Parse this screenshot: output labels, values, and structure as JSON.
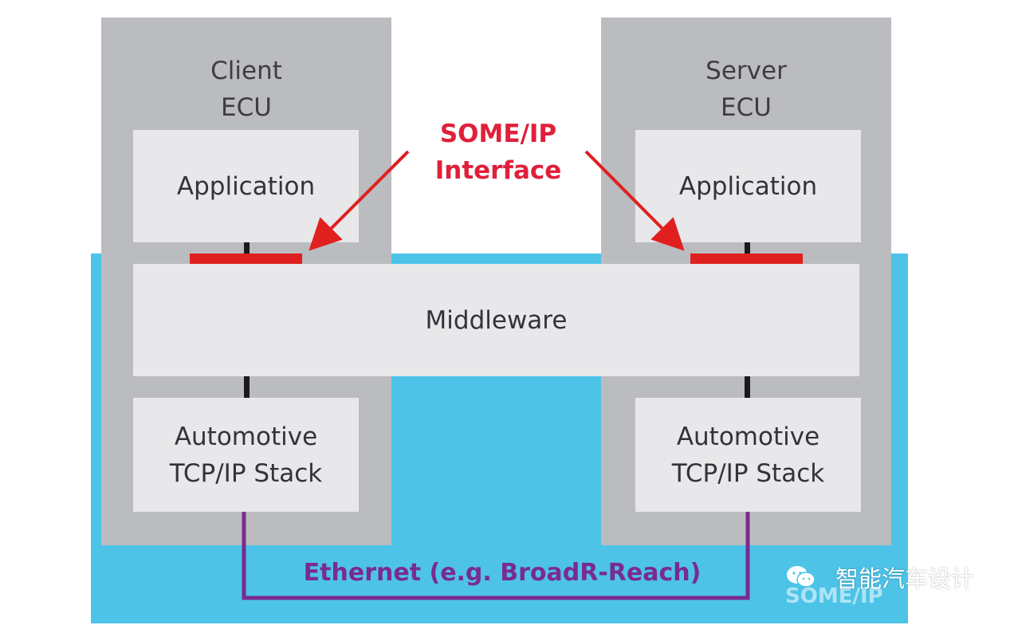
{
  "client_ecu": {
    "title": "Client\nECU",
    "application": "Application",
    "tcp_stack": "Automotive\nTCP/IP Stack"
  },
  "server_ecu": {
    "title": "Server\nECU",
    "application": "Application",
    "tcp_stack": "Automotive\nTCP/IP Stack"
  },
  "middleware": "Middleware",
  "interface_label": "SOME/IP\nInterface",
  "ethernet_label": "Ethernet (e.g. BroadR-Reach)",
  "watermark": {
    "text": "智能汽车设计",
    "logo_text": "SOME/IP"
  },
  "colors": {
    "ecu_gray": "#bbbcc0",
    "layer_gray": "#e8e8ea",
    "network_blue": "#4dc3e8",
    "interface_red": "#e0201f",
    "ethernet_purple": "#7a2b8f"
  }
}
